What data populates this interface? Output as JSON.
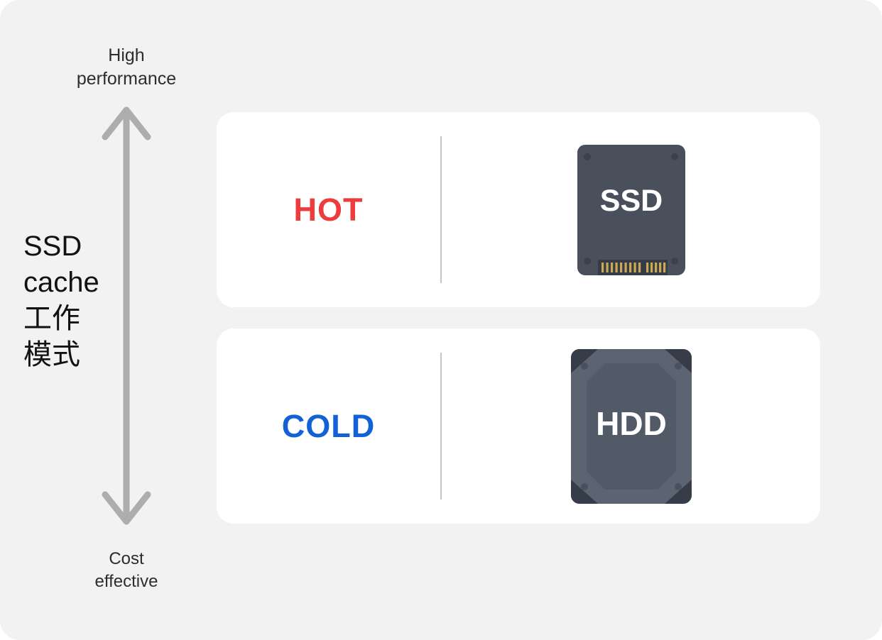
{
  "diagram": {
    "type": "comparison-diagram",
    "subject": "SSD cache working modes"
  },
  "axis": {
    "top_label": "High performance",
    "bottom_label": "Cost effective",
    "arrow_color": "#ADADAD",
    "direction": "vertical-double-headed"
  },
  "title": {
    "full": "SSD cache 工作 模式",
    "lines": [
      "SSD",
      "cache",
      "工作",
      "模式"
    ]
  },
  "rows": [
    {
      "label": "HOT",
      "label_color": "#EE3B3B",
      "device": "SSD",
      "icon": "ssd-drive-icon"
    },
    {
      "label": "COLD",
      "label_color": "#1261D6",
      "device": "HDD",
      "icon": "hdd-drive-icon"
    }
  ],
  "colors": {
    "canvas_background": "#F2F2F3",
    "card_background": "#FFFFFF",
    "divider": "#C5C5C5",
    "arrow": "#ADADAD",
    "text_dark": "#2D2D2D",
    "title_text": "#121212",
    "ssd_body": "#49505C",
    "ssd_connector": "#353C46",
    "ssd_pins_gold": "#CBA852",
    "hdd_body": "#5D6471",
    "hdd_corner": "#363D48",
    "hdd_panel": "#535A67",
    "device_text": "#FFFFFF"
  }
}
